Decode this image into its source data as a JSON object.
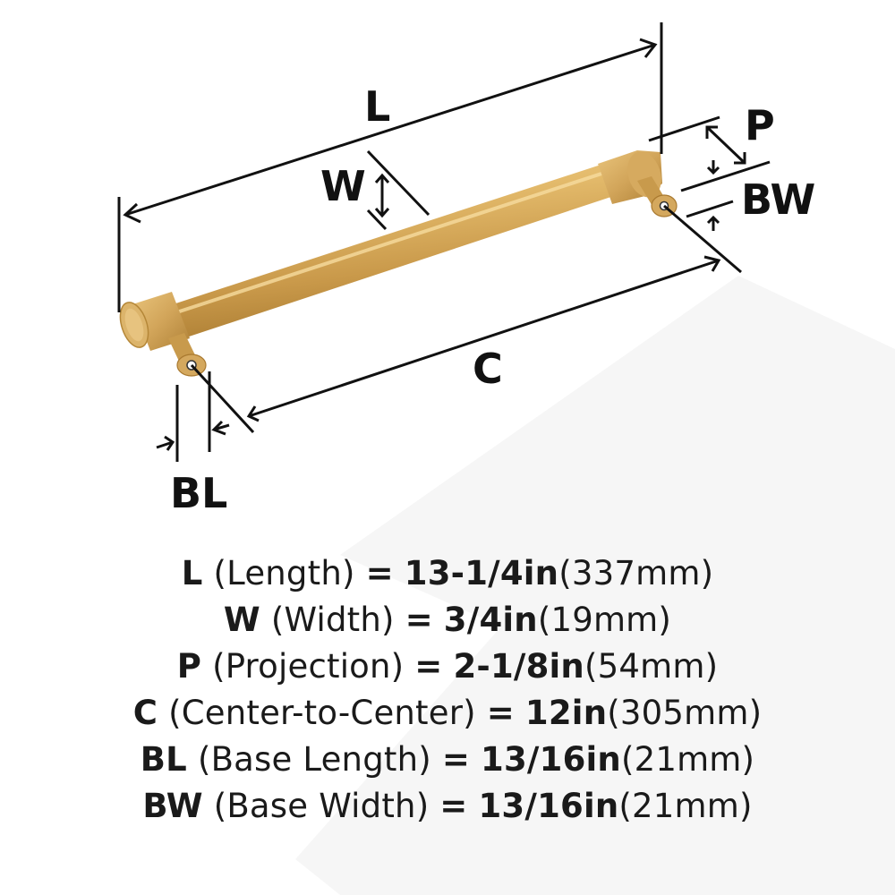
{
  "diagram": {
    "labels": {
      "L": "L",
      "W": "W",
      "P": "P",
      "BW": "BW",
      "C": "C",
      "BL": "BL"
    },
    "colors": {
      "line": "#111111",
      "brass_light": "#e8c27a",
      "brass_mid": "#cfa256",
      "brass_dark": "#a87a30",
      "background_shape": "#f6f6f6"
    }
  },
  "specs": [
    {
      "code": "L",
      "name": "(Length)",
      "eq": "=",
      "imperial": "13-1/4in",
      "metric": "(337mm)"
    },
    {
      "code": "W",
      "name": "(Width)",
      "eq": "=",
      "imperial": "3/4in",
      "metric": "(19mm)"
    },
    {
      "code": "P",
      "name": "(Projection)",
      "eq": "=",
      "imperial": "2-1/8in",
      "metric": "(54mm)"
    },
    {
      "code": "C",
      "name": "(Center-to-Center)",
      "eq": "=",
      "imperial": "12in",
      "metric": "(305mm)"
    },
    {
      "code": "BL",
      "name": "(Base Length)",
      "eq": "=",
      "imperial": "13/16in",
      "metric": "(21mm)"
    },
    {
      "code": "BW",
      "name": "(Base Width)",
      "eq": "=",
      "imperial": "13/16in",
      "metric": "(21mm)"
    }
  ]
}
